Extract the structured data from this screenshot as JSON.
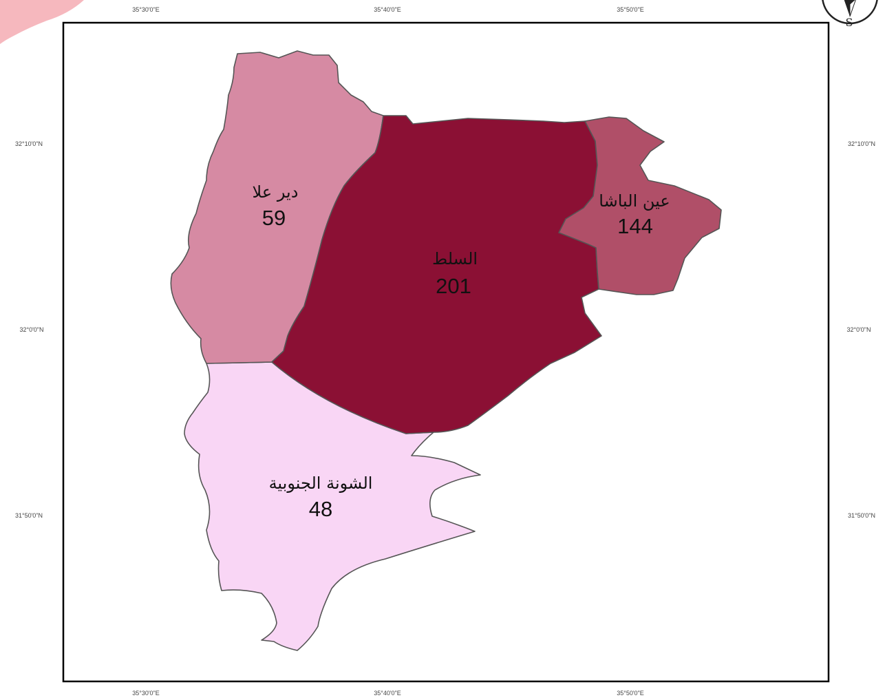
{
  "coordinates": {
    "longitudes": [
      "35°30'0\"E",
      "35°40'0\"E",
      "35°50'0\"E"
    ],
    "latitudes": [
      "32°10'0\"N",
      "32°0'0\"N",
      "31°50'0\"N"
    ]
  },
  "north_arrow": {
    "letter": "S"
  },
  "districts": {
    "deir_alla": {
      "name": "دير علا",
      "value": "59",
      "color": "#d68aa3"
    },
    "salt": {
      "name": "السلط",
      "value": "201",
      "color": "#8b1034"
    },
    "ain_albasha": {
      "name": "عين الباشا",
      "value": "144",
      "color": "#b04f68"
    },
    "south_shouneh": {
      "name": "الشونة الجنوبية",
      "value": "48",
      "color": "#f9d6f5"
    }
  },
  "colors": {
    "frame": "#000000",
    "corner_decoration": "#f6b8be",
    "boundary": "#555555"
  }
}
